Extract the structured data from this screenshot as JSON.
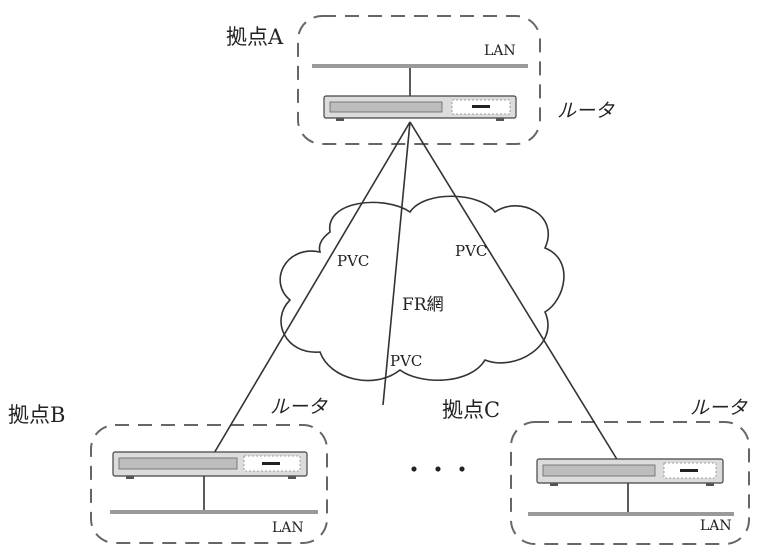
{
  "sites": {
    "a": {
      "name": "拠点A",
      "lan": "LAN",
      "router": "ルータ"
    },
    "b": {
      "name": "拠点B",
      "lan": "LAN",
      "router": "ルータ"
    },
    "c": {
      "name": "拠点C",
      "lan": "LAN",
      "router": "ルータ"
    }
  },
  "network": {
    "name": "FR網",
    "pvc_labels": [
      "PVC",
      "PVC",
      "PVC"
    ]
  },
  "ellipsis": "・・・"
}
